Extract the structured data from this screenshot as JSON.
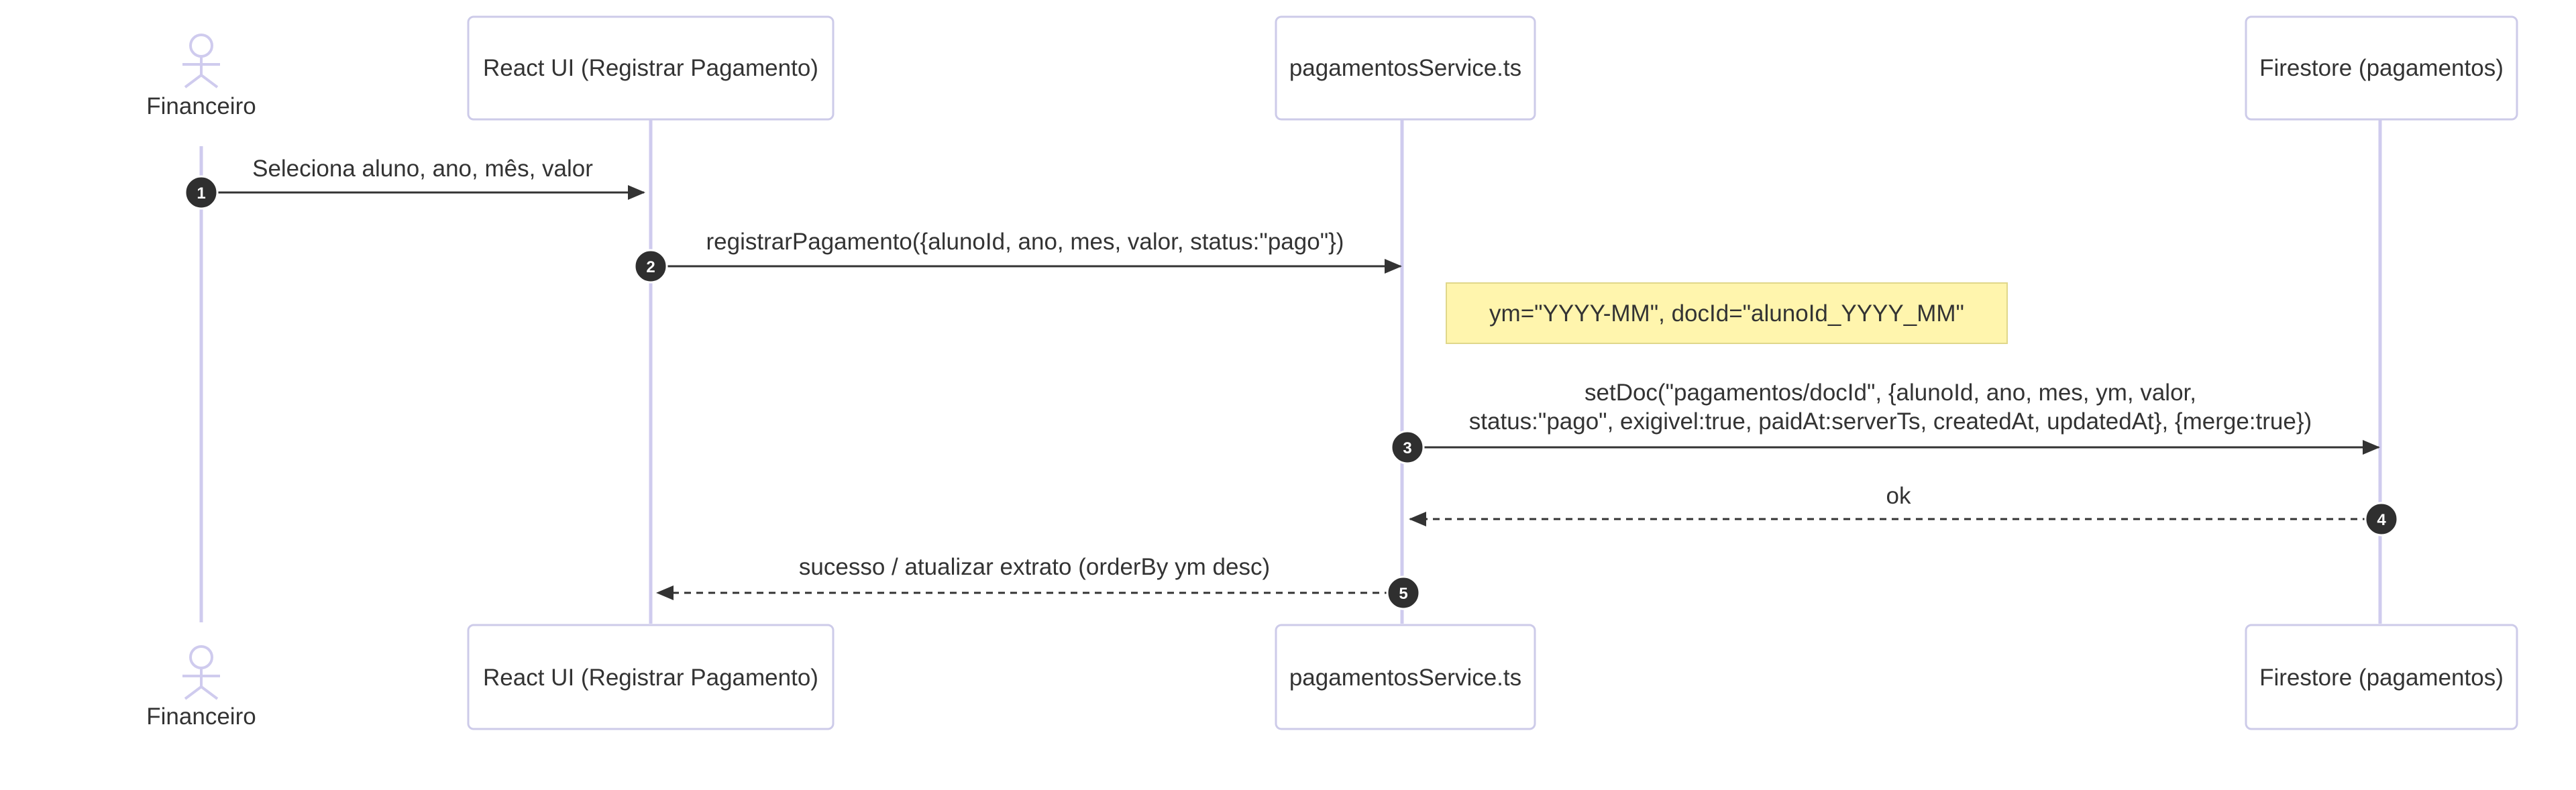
{
  "participants": {
    "financeiro": "Financeiro",
    "react_ui": "React UI (Registrar Pagamento)",
    "service": "pagamentosService.ts",
    "firestore": "Firestore (pagamentos)"
  },
  "messages": [
    {
      "num": "1",
      "text": [
        "Seleciona aluno, ano, mês, valor"
      ],
      "style": "solid"
    },
    {
      "num": "2",
      "text": [
        "registrarPagamento({alunoId, ano, mes, valor, status:\"pago\"})"
      ],
      "style": "solid"
    },
    {
      "num": "3",
      "text": [
        "setDoc(\"pagamentos/docId\", {alunoId, ano, mes, ym, valor,",
        "status:\"pago\", exigivel:true, paidAt:serverTs, createdAt, updatedAt}, {merge:true})"
      ],
      "style": "solid"
    },
    {
      "num": "4",
      "text": [
        "ok"
      ],
      "style": "dashed"
    },
    {
      "num": "5",
      "text": [
        "sucesso / atualizar extrato (orderBy ym desc)"
      ],
      "style": "dashed"
    }
  ],
  "note": "ym=\"YYYY-MM\", docId=\"alunoId_YYYY_MM\"",
  "colors": {
    "lifeline": "#cfcbee",
    "note_bg": "#fff5ad",
    "message": "#333333"
  }
}
